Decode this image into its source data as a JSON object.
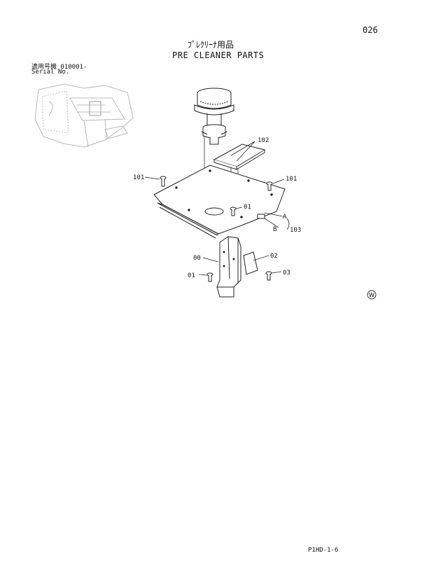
{
  "page": {
    "number": "026",
    "title_jp": "ﾌﾟﾚｸﾘｰﾅ用品",
    "title_en": "PRE CLEANER PARTS",
    "serial_jp": "適用号機  010001-",
    "serial_en": "Serial No.",
    "footer_code": "P1HD-1-6",
    "w_mark": "W"
  },
  "callouts": {
    "p102": "102",
    "p101_left": "101",
    "p101_right": "101",
    "p01_top": "01",
    "pA": "A",
    "pB": "B",
    "p103": "103",
    "p00": "00",
    "p02": "02",
    "p01_bottom": "01",
    "p03": "03"
  }
}
